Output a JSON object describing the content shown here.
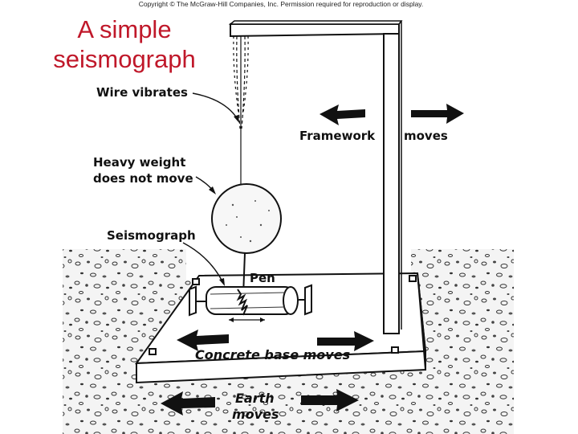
{
  "copyright": "Copyright © The McGraw-Hill Companies, Inc. Permission required for reproduction or display.",
  "title": {
    "line1": "A simple",
    "line2": "seismograph"
  },
  "labels": {
    "wire_vibrates": "Wire vibrates",
    "framework": "Framework",
    "moves": "moves",
    "heavy_weight_line1": "Heavy weight",
    "heavy_weight_line2": "does not move",
    "seismograph": "Seismograph",
    "pen": "Pen",
    "concrete_base_moves": "Concrete base moves",
    "earth": "Earth",
    "earth_moves": "moves"
  }
}
